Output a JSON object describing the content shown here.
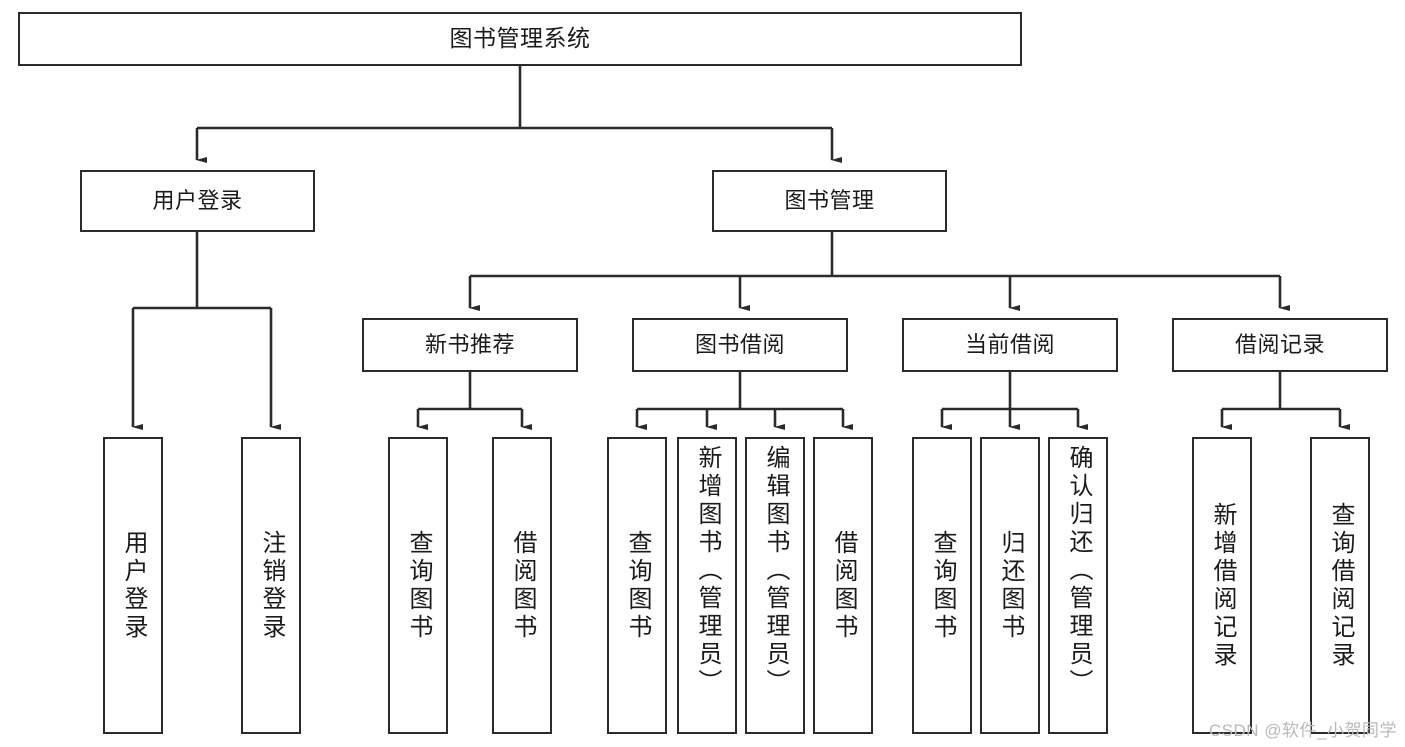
{
  "diagram": {
    "title": "图书管理系统",
    "type": "tree-hierarchy",
    "watermark": "CSDN @软件_小贺同学",
    "colors": {
      "stroke": "#2b2b2b",
      "fill": "#ffffff",
      "text": "#1b1b1b",
      "watermark": "#b9b9b9"
    },
    "nodes": {
      "root": {
        "label": "图书管理系统",
        "level": 1
      },
      "level2": [
        {
          "id": "user-login",
          "label": "用户登录"
        },
        {
          "id": "book-management",
          "label": "图书管理"
        }
      ],
      "level3": [
        {
          "id": "new-book-recommend",
          "label": "新书推荐"
        },
        {
          "id": "book-borrow",
          "label": "图书借阅"
        },
        {
          "id": "current-borrow",
          "label": "当前借阅"
        },
        {
          "id": "borrow-record",
          "label": "借阅记录"
        }
      ],
      "leaves": {
        "user_login": [
          {
            "id": "leaf-user-login",
            "label": "用户登录"
          },
          {
            "id": "leaf-logout-login",
            "label": "注销登录"
          }
        ],
        "new_book_recommend": [
          {
            "id": "leaf-query-book-1",
            "label": "查询图书"
          },
          {
            "id": "leaf-borrow-book-1",
            "label": "借阅图书"
          }
        ],
        "book_borrow": [
          {
            "id": "leaf-query-book-2",
            "label": "查询图书"
          },
          {
            "id": "leaf-add-book",
            "label": "新增图书（管理员）"
          },
          {
            "id": "leaf-edit-book",
            "label": "编辑图书（管理员）"
          },
          {
            "id": "leaf-borrow-book-2",
            "label": "借阅图书"
          }
        ],
        "current_borrow": [
          {
            "id": "leaf-query-book-3",
            "label": "查询图书"
          },
          {
            "id": "leaf-return-book",
            "label": "归还图书"
          },
          {
            "id": "leaf-confirm-return",
            "label": "确认归还（管理员）"
          }
        ],
        "borrow_record": [
          {
            "id": "leaf-add-record",
            "label": "新增借阅记录"
          },
          {
            "id": "leaf-query-record",
            "label": "查询借阅记录"
          }
        ]
      }
    }
  }
}
